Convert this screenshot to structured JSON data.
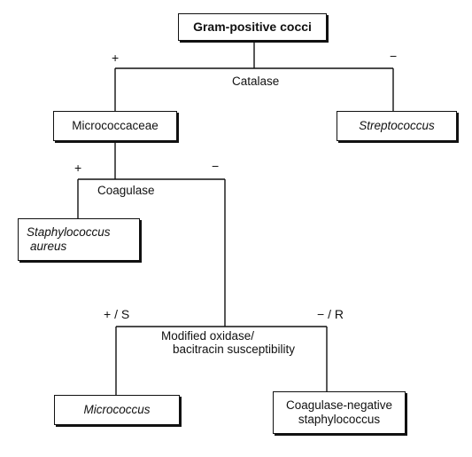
{
  "nodes": {
    "root": "Gram-positive cocci",
    "micrococcaceae": "Micrococcaceae",
    "streptococcus": "Streptococcus",
    "staph_aureus_line1": "Staphylococcus",
    "staph_aureus_line2": "aureus",
    "micrococcus": "Micrococcus",
    "cons_line1": "Coagulase-negative",
    "cons_line2": "staphylococcus"
  },
  "tests": {
    "catalase": "Catalase",
    "coagulase": "Coagulase",
    "oxidase_line1": "Modified oxidase/",
    "oxidase_line2": "bacitracin susceptibility"
  },
  "branch_signs": {
    "catalase_pos": "+",
    "catalase_neg": "−",
    "coagulase_pos": "+",
    "coagulase_neg": "−",
    "oxidase_pos": "+ / S",
    "oxidase_neg": "− / R"
  }
}
